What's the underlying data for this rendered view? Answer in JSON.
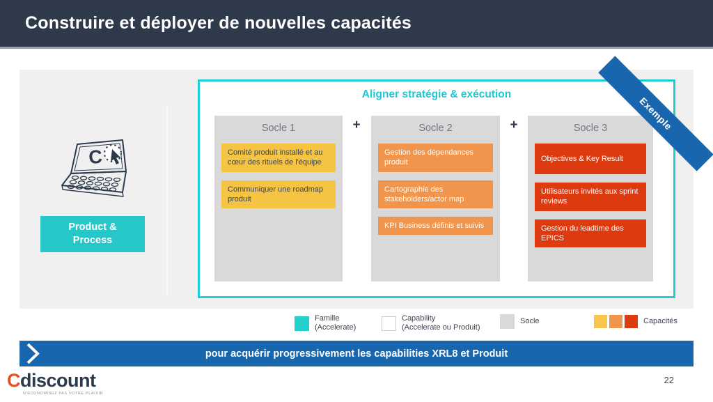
{
  "header": {
    "title": "Construire et déployer de nouvelles capacités"
  },
  "ribbon": {
    "label": "Exemple"
  },
  "left": {
    "icon": "laptop-click-icon",
    "button_line1": "Product &",
    "button_line2": "Process"
  },
  "diagram": {
    "title": "Aligner stratégie & exécution",
    "plus": "+",
    "columns": [
      {
        "title": "Socle 1",
        "cards": [
          "Comité produit installé et au cœur des rituels de l'équipe",
          "Communiquer une roadmap produit"
        ]
      },
      {
        "title": "Socle 2",
        "cards": [
          "Gestion des dépendances produit",
          "Cartographie des stakeholders/actor map",
          "KPI Business définis et suivis"
        ]
      },
      {
        "title": "Socle 3",
        "cards": [
          "Objectives & Key Result",
          "Utilisateurs invités aux sprint reviews",
          "Gestion du leadtime des EPICS"
        ]
      }
    ]
  },
  "legend": {
    "items": [
      {
        "line1": "Famille",
        "line2": "(Accelerate)"
      },
      {
        "line1": "Capability",
        "line2": "(Accelerate ou Produit)"
      },
      {
        "line1": "Socle",
        "line2": ""
      },
      {
        "line1": "Capacités",
        "line2": ""
      }
    ]
  },
  "banner": {
    "text": "pour acquérir progressivement les capabilities XRL8 et Produit"
  },
  "footer": {
    "logo_c": "C",
    "logo_rest": "discount",
    "tagline": "N'ÉCONOMISEZ PAS VOTRE PLAISIR",
    "page_number": "22"
  },
  "colors": {
    "navy": "#2E3A4C",
    "teal": "#1FCDD4",
    "teal_fill": "#27C7C9",
    "socle_gray": "#D9D9D9",
    "yellow": "#F5C443",
    "orange": "#F0954B",
    "red": "#DE3A10",
    "blue": "#1866AD"
  }
}
